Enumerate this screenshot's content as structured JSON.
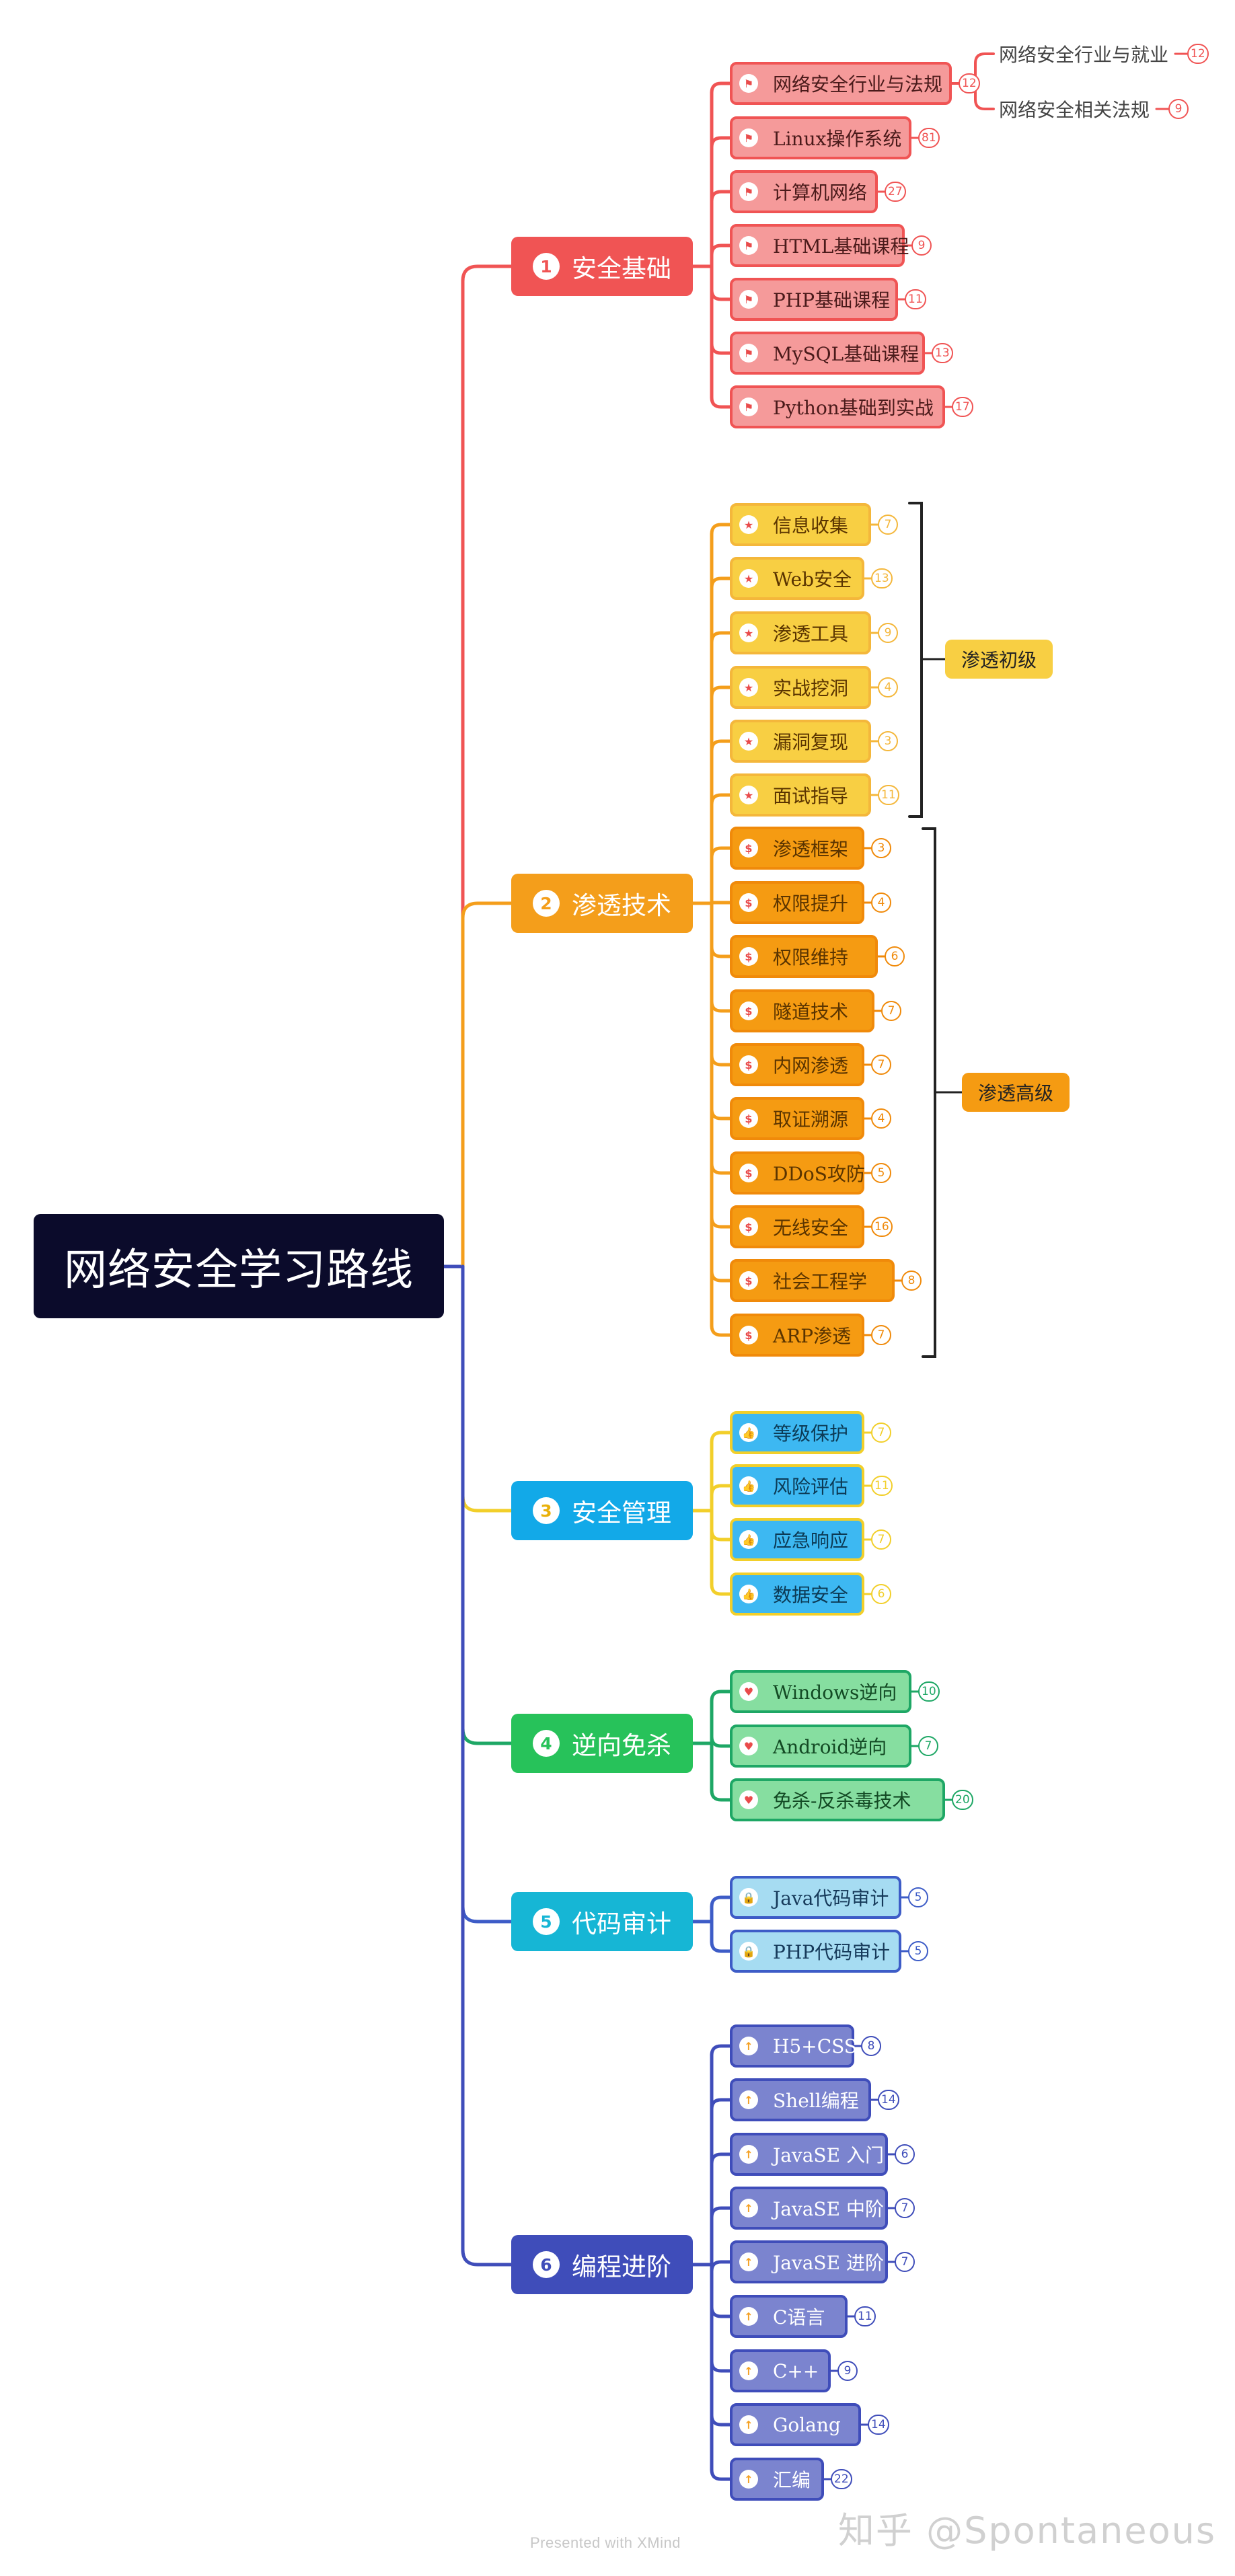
{
  "root": {
    "label": "网络安全学习路线"
  },
  "branches": [
    {
      "num": "1",
      "label": "安全基础",
      "color": "#f05454",
      "leaf_bg": "#f59a9a",
      "leaf_text": "#4a1a1a",
      "icon": "flag-icon",
      "icon_glyph": "⚑",
      "leaves": [
        {
          "label": "网络安全行业与法规",
          "count": "12"
        },
        {
          "label": "Linux操作系统",
          "count": "81"
        },
        {
          "label": "计算机网络",
          "count": "27"
        },
        {
          "label": "HTML基础课程",
          "count": "9"
        },
        {
          "label": "PHP基础课程",
          "count": "11"
        },
        {
          "label": "MySQL基础课程",
          "count": "13"
        },
        {
          "label": "Python基础到实战",
          "count": "17"
        }
      ],
      "subs": [
        {
          "label": "网络安全行业与就业",
          "count": "12"
        },
        {
          "label": "网络安全相关法规",
          "count": "9"
        }
      ]
    },
    {
      "num": "2",
      "label": "渗透技术",
      "color": "#f49e1b",
      "leaf_text": "#5a3400",
      "groups": [
        {
          "leaf_bg": "#f8cf43",
          "leaf_border": "#f4b73b",
          "icon": "star-icon",
          "icon_glyph": "★",
          "icon_color": "#e94b4b"
        },
        {
          "leaf_bg": "#f59b12",
          "leaf_border": "#f08a0a",
          "icon": "dollar-icon",
          "icon_glyph": "$",
          "icon_color": "#e94b4b"
        }
      ],
      "leaves": [
        {
          "label": "信息收集",
          "count": "7",
          "group": 0
        },
        {
          "label": "Web安全",
          "count": "13",
          "group": 0
        },
        {
          "label": "渗透工具",
          "count": "9",
          "group": 0
        },
        {
          "label": "实战挖洞",
          "count": "4",
          "group": 0
        },
        {
          "label": "漏洞复现",
          "count": "3",
          "group": 0
        },
        {
          "label": "面试指导",
          "count": "11",
          "group": 0
        },
        {
          "label": "渗透框架",
          "count": "3",
          "group": 1
        },
        {
          "label": "权限提升",
          "count": "4",
          "group": 1
        },
        {
          "label": "权限维持",
          "count": "6",
          "group": 1
        },
        {
          "label": "隧道技术",
          "count": "7",
          "group": 1
        },
        {
          "label": "内网渗透",
          "count": "7",
          "group": 1
        },
        {
          "label": "取证溯源",
          "count": "4",
          "group": 1
        },
        {
          "label": "DDoS攻防",
          "count": "5",
          "group": 1
        },
        {
          "label": "无线安全",
          "count": "16",
          "group": 1
        },
        {
          "label": "社会工程学",
          "count": "8",
          "group": 1
        },
        {
          "label": "ARP渗透",
          "count": "7",
          "group": 1
        }
      ],
      "callouts": [
        {
          "label": "渗透初级",
          "color": "#f8cf43"
        },
        {
          "label": "渗透高级",
          "color": "#f59b12"
        }
      ]
    },
    {
      "num": "3",
      "label": "安全管理",
      "color": "#12a9e8",
      "leaf_bg": "#3db8f2",
      "leaf_text": "#0c3a55",
      "icon": "thumbs-up-icon",
      "icon_glyph": "👍",
      "icon_color": "#e94b4b",
      "line_color": "#f2cf2a",
      "num_color": "#e9b10a",
      "leaves": [
        {
          "label": "等级保护",
          "count": "7"
        },
        {
          "label": "风险评估",
          "count": "11"
        },
        {
          "label": "应急响应",
          "count": "7"
        },
        {
          "label": "数据安全",
          "count": "6"
        }
      ]
    },
    {
      "num": "4",
      "label": "逆向免杀",
      "color": "#27c25a",
      "leaf_bg": "#86dea0",
      "leaf_text": "#134a24",
      "icon": "heart-icon",
      "icon_glyph": "♥",
      "icon_color": "#e94b4b",
      "line_color": "#1ea765",
      "leaves": [
        {
          "label": "Windows逆向",
          "count": "10"
        },
        {
          "label": "Android逆向",
          "count": "7"
        },
        {
          "label": "免杀-反杀毒技术",
          "count": "20"
        }
      ]
    },
    {
      "num": "5",
      "label": "代码审计",
      "color": "#16b6d5",
      "leaf_bg": "#a6dcf2",
      "leaf_text": "#163a5a",
      "icon": "lock-icon",
      "icon_glyph": "🔒",
      "icon_color": "#e94b4b",
      "line_color": "#3d5cc7",
      "leaves": [
        {
          "label": "Java代码审计",
          "count": "5"
        },
        {
          "label": "PHP代码审计",
          "count": "5"
        }
      ]
    },
    {
      "num": "6",
      "label": "编程进阶",
      "color": "#3f4dba",
      "leaf_bg": "#7b84cf",
      "leaf_text": "#ffffff",
      "icon": "arrow-up-icon",
      "icon_glyph": "↑",
      "icon_color": "#f5a021",
      "line_color": "#3f4dba",
      "leaves": [
        {
          "label": "H5+CSS",
          "count": "8"
        },
        {
          "label": "Shell编程",
          "count": "14"
        },
        {
          "label": "JavaSE 入门",
          "count": "6"
        },
        {
          "label": "JavaSE 中阶",
          "count": "7"
        },
        {
          "label": "JavaSE 进阶",
          "count": "7"
        },
        {
          "label": "C语言",
          "count": "11"
        },
        {
          "label": "C++",
          "count": "9"
        },
        {
          "label": "Golang",
          "count": "14"
        },
        {
          "label": "汇编",
          "count": "22"
        }
      ]
    }
  ],
  "footer": "Presented with XMind",
  "watermark": "知乎 @Spontaneous"
}
